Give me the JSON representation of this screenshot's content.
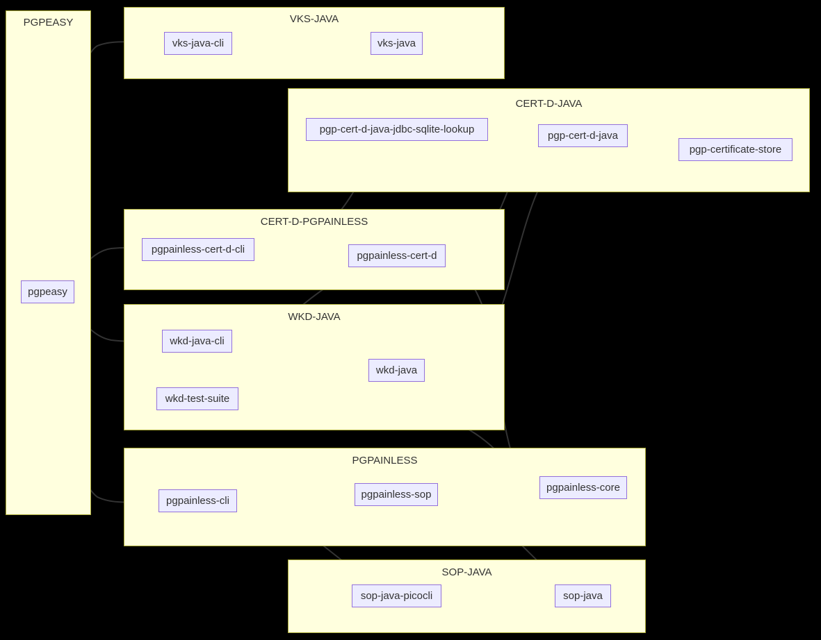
{
  "diagram": {
    "type": "flowchart",
    "title": "",
    "background_color": "#000000",
    "cluster_fill": "#ffffde",
    "cluster_stroke": "#aaaa33",
    "node_fill": "#ececff",
    "node_stroke": "#9370db",
    "edge_color": "#333333",
    "text_color": "#333333"
  },
  "clusters": [
    {
      "id": "pgpeasy",
      "label": "PGPEASY"
    },
    {
      "id": "vks-java",
      "label": "VKS-JAVA"
    },
    {
      "id": "cert-d-java",
      "label": "CERT-D-JAVA"
    },
    {
      "id": "cert-d-pgpainless",
      "label": "CERT-D-PGPAINLESS"
    },
    {
      "id": "wkd-java",
      "label": "WKD-JAVA"
    },
    {
      "id": "pgpainless",
      "label": "PGPAINLESS"
    },
    {
      "id": "sop-java",
      "label": "SOP-JAVA"
    }
  ],
  "nodes": [
    {
      "id": "pgpeasy",
      "label": "pgpeasy",
      "cluster": "pgpeasy"
    },
    {
      "id": "vks-java-cli",
      "label": "vks-java-cli",
      "cluster": "vks-java"
    },
    {
      "id": "vks-java",
      "label": "vks-java",
      "cluster": "vks-java"
    },
    {
      "id": "pgp-cert-d-java-jdbc-sqlite-lookup",
      "label": "pgp-cert-d-java-jdbc-sqlite-lookup",
      "cluster": "cert-d-java"
    },
    {
      "id": "pgp-cert-d-java",
      "label": "pgp-cert-d-java",
      "cluster": "cert-d-java"
    },
    {
      "id": "pgp-certificate-store",
      "label": "pgp-certificate-store",
      "cluster": "cert-d-java"
    },
    {
      "id": "pgpainless-cert-d-cli",
      "label": "pgpainless-cert-d-cli",
      "cluster": "cert-d-pgpainless"
    },
    {
      "id": "pgpainless-cert-d",
      "label": "pgpainless-cert-d",
      "cluster": "cert-d-pgpainless"
    },
    {
      "id": "wkd-java-cli",
      "label": "wkd-java-cli",
      "cluster": "wkd-java"
    },
    {
      "id": "wkd-java",
      "label": "wkd-java",
      "cluster": "wkd-java"
    },
    {
      "id": "wkd-test-suite",
      "label": "wkd-test-suite",
      "cluster": "wkd-java"
    },
    {
      "id": "pgpainless-cli",
      "label": "pgpainless-cli",
      "cluster": "pgpainless"
    },
    {
      "id": "pgpainless-sop",
      "label": "pgpainless-sop",
      "cluster": "pgpainless"
    },
    {
      "id": "pgpainless-core",
      "label": "pgpainless-core",
      "cluster": "pgpainless"
    },
    {
      "id": "sop-java-picocli",
      "label": "sop-java-picocli",
      "cluster": "sop-java"
    },
    {
      "id": "sop-java",
      "label": "sop-java",
      "cluster": "sop-java"
    }
  ],
  "edges": [
    {
      "from": "pgpeasy",
      "to": "vks-java-cli"
    },
    {
      "from": "pgpeasy",
      "to": "pgpainless-cert-d-cli"
    },
    {
      "from": "pgpeasy",
      "to": "wkd-java-cli"
    },
    {
      "from": "pgpeasy",
      "to": "pgpainless-cli"
    },
    {
      "from": "vks-java-cli",
      "to": "vks-java"
    },
    {
      "from": "pgp-cert-d-java-jdbc-sqlite-lookup",
      "to": "pgp-cert-d-java"
    },
    {
      "from": "pgp-cert-d-java",
      "to": "pgp-certificate-store"
    },
    {
      "from": "pgpainless-cert-d-cli",
      "to": "pgp-cert-d-java-jdbc-sqlite-lookup"
    },
    {
      "from": "pgpainless-cert-d-cli",
      "to": "pgpainless-cert-d"
    },
    {
      "from": "pgpainless-cert-d",
      "to": "pgp-cert-d-java"
    },
    {
      "from": "pgpainless-cert-d",
      "to": "pgpainless-core"
    },
    {
      "from": "wkd-java-cli",
      "to": "pgpainless-cert-d"
    },
    {
      "from": "wkd-java-cli",
      "to": "wkd-java"
    },
    {
      "from": "wkd-java",
      "to": "pgp-certificate-store"
    },
    {
      "from": "wkd-test-suite",
      "to": "wkd-java"
    },
    {
      "from": "wkd-test-suite",
      "to": "pgpainless-core"
    },
    {
      "from": "pgpainless-cli",
      "to": "pgpainless-sop"
    },
    {
      "from": "pgpainless-cli",
      "to": "sop-java-picocli"
    },
    {
      "from": "pgpainless-sop",
      "to": "pgpainless-core"
    },
    {
      "from": "pgpainless-sop",
      "to": "sop-java"
    },
    {
      "from": "sop-java-picocli",
      "to": "sop-java"
    }
  ]
}
